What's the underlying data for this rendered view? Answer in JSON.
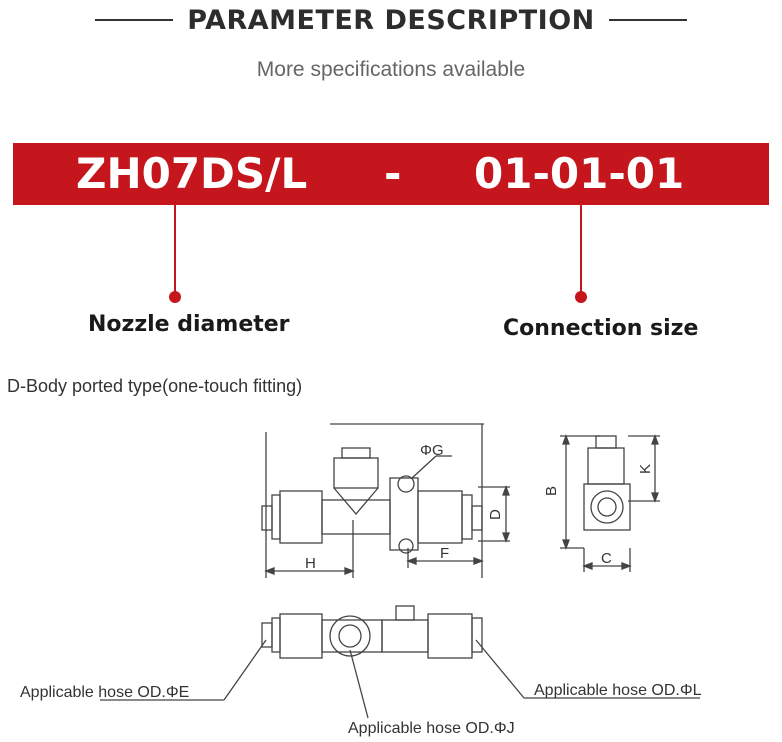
{
  "header": {
    "title": "PARAMETER DESCRIPTION",
    "subtitle": "More specifications available"
  },
  "model_code": {
    "prefix": "ZH07DS/L",
    "separator": "-",
    "suffix": "01-01-01",
    "band_color": "#c4161c"
  },
  "callouts": {
    "left": "Nozzle diameter",
    "right": "Connection size"
  },
  "drawing": {
    "caption": "D-Body ported type(one-touch fitting)",
    "dims": {
      "phi_g": "ΦG",
      "d": "D",
      "h": "H",
      "f": "F",
      "b": "B",
      "k": "K",
      "c": "C"
    },
    "hose_labels": {
      "e": "Applicable hose OD.ΦE",
      "j": "Applicable hose OD.ΦJ",
      "l": "Applicable hose OD.ΦL"
    }
  }
}
